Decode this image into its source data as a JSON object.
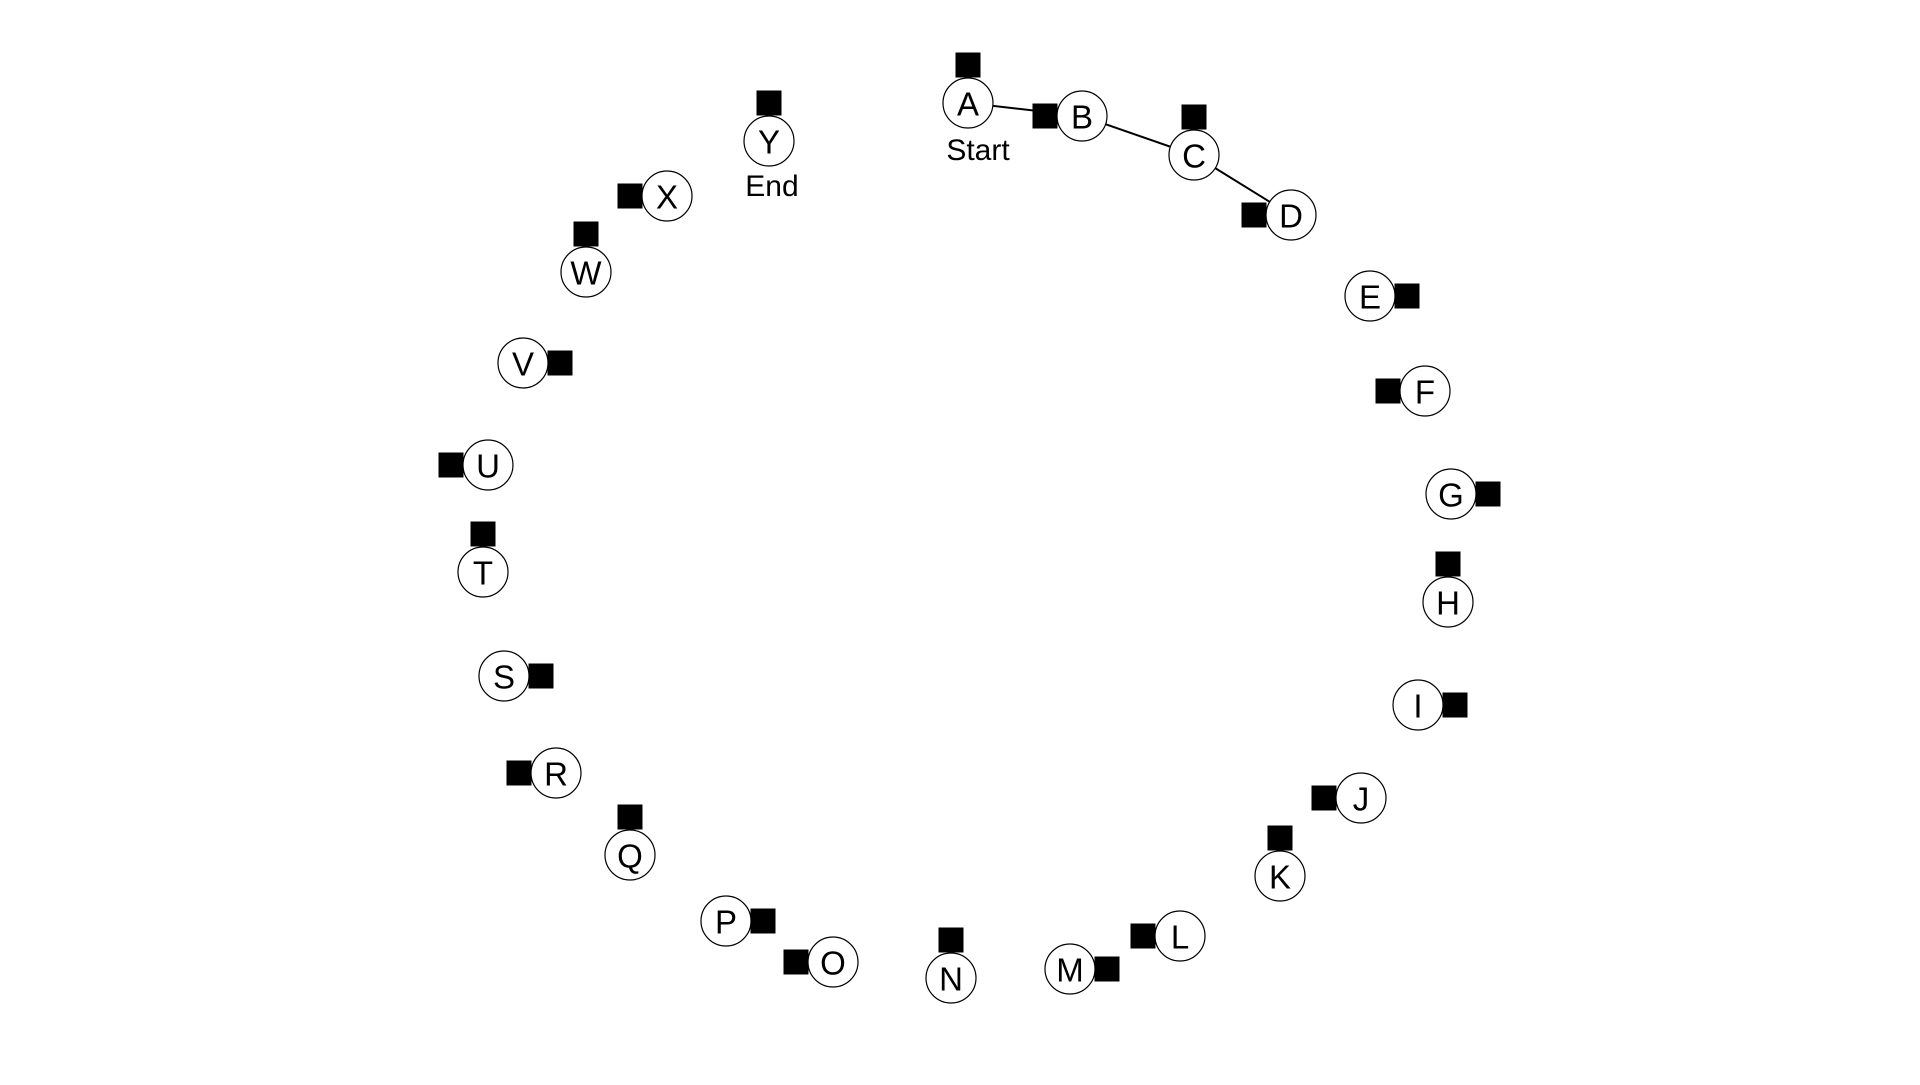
{
  "nodes": [
    {
      "id": "A",
      "label": "A",
      "marker": "top"
    },
    {
      "id": "B",
      "label": "B",
      "marker": "left"
    },
    {
      "id": "C",
      "label": "C",
      "marker": "top"
    },
    {
      "id": "D",
      "label": "D",
      "marker": "left"
    },
    {
      "id": "E",
      "label": "E",
      "marker": "right"
    },
    {
      "id": "F",
      "label": "F",
      "marker": "left"
    },
    {
      "id": "G",
      "label": "G",
      "marker": "right"
    },
    {
      "id": "H",
      "label": "H",
      "marker": "top"
    },
    {
      "id": "I",
      "label": "I",
      "marker": "right"
    },
    {
      "id": "J",
      "label": "J",
      "marker": "left"
    },
    {
      "id": "K",
      "label": "K",
      "marker": "top"
    },
    {
      "id": "L",
      "label": "L",
      "marker": "left"
    },
    {
      "id": "M",
      "label": "M",
      "marker": "right"
    },
    {
      "id": "N",
      "label": "N",
      "marker": "top"
    },
    {
      "id": "O",
      "label": "O",
      "marker": "left"
    },
    {
      "id": "P",
      "label": "P",
      "marker": "right"
    },
    {
      "id": "Q",
      "label": "Q",
      "marker": "top"
    },
    {
      "id": "R",
      "label": "R",
      "marker": "left"
    },
    {
      "id": "S",
      "label": "S",
      "marker": "right"
    },
    {
      "id": "T",
      "label": "T",
      "marker": "top"
    },
    {
      "id": "U",
      "label": "U",
      "marker": "left"
    },
    {
      "id": "V",
      "label": "V",
      "marker": "right"
    },
    {
      "id": "W",
      "label": "W",
      "marker": "top"
    },
    {
      "id": "X",
      "label": "X",
      "marker": "left"
    },
    {
      "id": "Y",
      "label": "Y",
      "marker": "top"
    }
  ],
  "path": [
    "A",
    "B",
    "C",
    "D"
  ],
  "start": {
    "node": "A",
    "label": "Start"
  },
  "end": {
    "node": "Y",
    "label": "End"
  },
  "colors": {
    "stroke": "#000000",
    "marker": "#000000",
    "background": "#ffffff"
  }
}
